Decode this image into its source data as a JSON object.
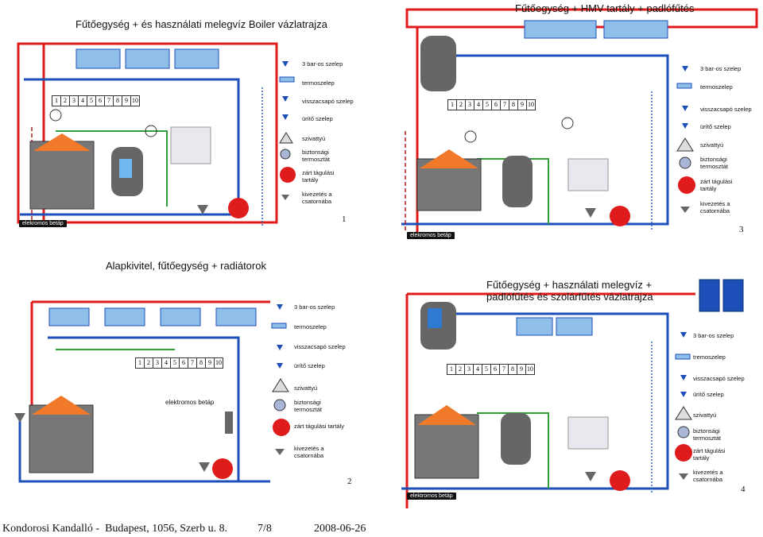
{
  "panels": [
    {
      "id": 1,
      "title": "Fűtőegység + és használati melegvíz Boiler vázlatrajza",
      "number": "1",
      "electric": "elekromos betáp"
    },
    {
      "id": 3,
      "title": "Fűtőegység + HMV tartály + padlófűtés",
      "number": "3",
      "electric": "elekromos betáp"
    },
    {
      "id": 2,
      "title": "Alapkivitel, fűtőegység + radiátorok",
      "number": "2",
      "electric": "elektromos betáp"
    },
    {
      "id": 4,
      "title_line1": "Fűtőegység + használati melegvíz +",
      "title_line2": "padlófűtés és szolárfűtés vázlatrajza",
      "number": "4",
      "electric": "elektromos betáp"
    }
  ],
  "legend1": {
    "bar3": "3 bar-os szelep",
    "thermo": "termoszelep",
    "check": "visszacsapó szelep",
    "drain": "ürítő szelep",
    "pump": "szivattyú",
    "safety": "biztonsági termosztát",
    "expansion": "zárt tágulási tartály",
    "outlet": "kivezetés a csatornába"
  },
  "legend3": {
    "bar3": "3 bar-os szelep",
    "thermo": "termoszelep",
    "check": "visszacsapó szelep",
    "drain": "ürítő szelep",
    "pump": "szivattyú",
    "safety": "biztonsági termosztát",
    "expansion": "zárt tágulási tartály",
    "outlet": "kivezetés a csatornába"
  },
  "legend2": {
    "bar3": "3 bar-os szelep",
    "thermo": "termoszelep",
    "check": "visszacsapó szelep",
    "drain": "ürítő szelep",
    "pump": "szivattyú",
    "safety": "biztonsági termosztát",
    "expansion": "zárt tágulási tartály",
    "outlet": "kivezetés a csatornába"
  },
  "legend4": {
    "bar3": "3 bar-os szelep",
    "thermo": "tremoszelep",
    "check": "visszacsapó szelep",
    "drain": "ürítő szelep",
    "pump": "szivattyú",
    "safety": "biztonsági termosztát",
    "expansion": "zárt tágulási tartály",
    "outlet": "kivezetés a csatornába"
  },
  "manifold_numbers": [
    "1",
    "2",
    "3",
    "4",
    "5",
    "6",
    "7",
    "8",
    "9",
    "10"
  ],
  "footer": {
    "company": "Kondorosi Kandalló -  Budapest, 1056, Szerb u. 8.",
    "page": "7/8",
    "date": "2008-06-26"
  },
  "colors": {
    "hot": "#e01b1b",
    "cold": "#1d4fb8",
    "green": "#2e9e3a",
    "accent_blue": "#5aa0e0",
    "dark": "#555555"
  }
}
